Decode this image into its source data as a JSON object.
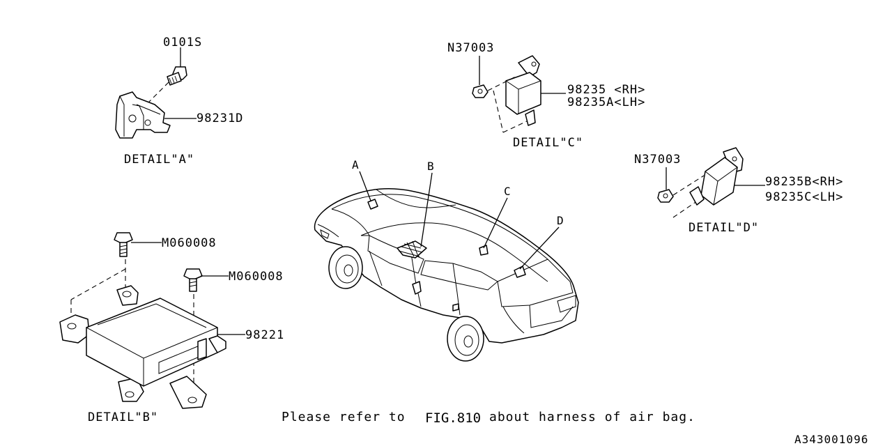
{
  "diagram": {
    "parts": {
      "bolt_a": "0101S",
      "bracket_a": "98231D",
      "nut_c": "N37003",
      "sensor_c_rh": "98235 <RH>",
      "sensor_c_lh": "98235A<LH>",
      "nut_d": "N37003",
      "sensor_d_rh": "98235B<RH>",
      "sensor_d_lh": "98235C<LH>",
      "bolt_b1": "M060008",
      "bolt_b2": "M060008",
      "module_b": "98221"
    },
    "details": {
      "a": "DETAIL\"A\"",
      "b": "DETAIL\"B\"",
      "c": "DETAIL\"C\"",
      "d": "DETAIL\"D\""
    },
    "callouts": {
      "a": "A",
      "b": "B",
      "c": "C",
      "d": "D"
    },
    "note_pre": "Please refer to",
    "note_fig": "FIG.810",
    "note_post": "about harness of air bag.",
    "reference": "A343001096"
  }
}
